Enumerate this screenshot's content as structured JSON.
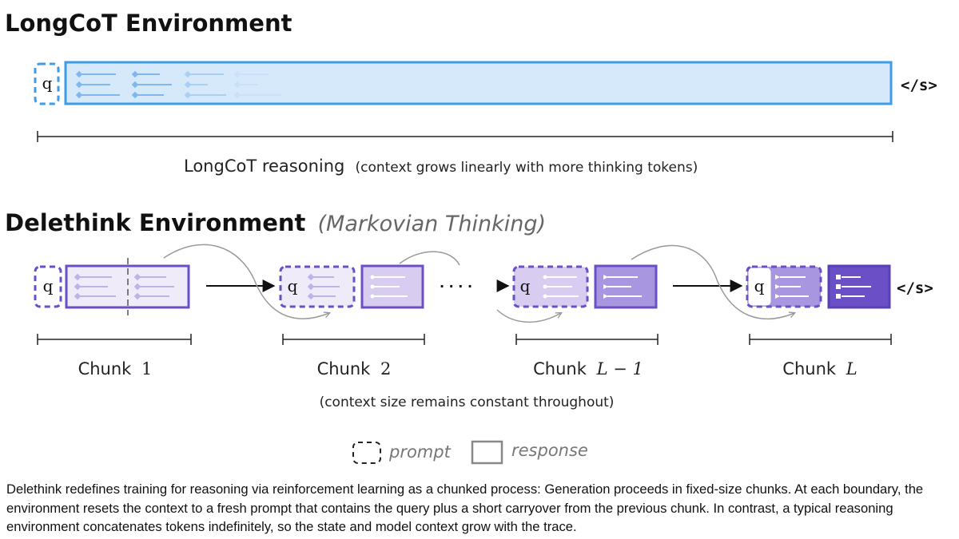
{
  "longcot": {
    "title": "LongCoT Environment",
    "prompt_token": "q",
    "end_token": "</s>",
    "label_main": "LongCoT reasoning",
    "label_note": "(context grows linearly with more thinking tokens)"
  },
  "delethink": {
    "title": "Delethink Environment",
    "subtitle": "(Markovian Thinking)",
    "end_token": "</s>",
    "dots": "· · · ·",
    "chunks": [
      {
        "word": "Chunk",
        "index": "1",
        "prompt_token": "q"
      },
      {
        "word": "Chunk",
        "index": "2",
        "prompt_token": "q"
      },
      {
        "word": "Chunk",
        "index": "L − 1",
        "prompt_token": "q"
      },
      {
        "word": "Chunk",
        "index": "L",
        "prompt_token": "q"
      }
    ],
    "note": "(context size remains constant throughout)"
  },
  "legend": {
    "prompt_label": "prompt",
    "response_label": "response"
  },
  "caption": "Delethink redefines training for reasoning via reinforcement learning as a chunked process: Generation proceeds in fixed-size chunks. At each boundary, the environment resets the context to a fresh prompt that contains the query plus a short carryover from the previous chunk. In contrast, a typical reasoning environment concatenates tokens indefinitely, so the state and model context grow with the trace.",
  "colors": {
    "blue_stroke": "#3d9be9",
    "blue_fill": "#d6e9fb",
    "purple_stroke": "#6a4fc7",
    "purple_light": "#efebf9",
    "purple_mid": "#d8cdf1",
    "purple_mid2": "#a996e0",
    "purple_dark": "#6a4fc7",
    "gray": "#8a8a8a"
  }
}
